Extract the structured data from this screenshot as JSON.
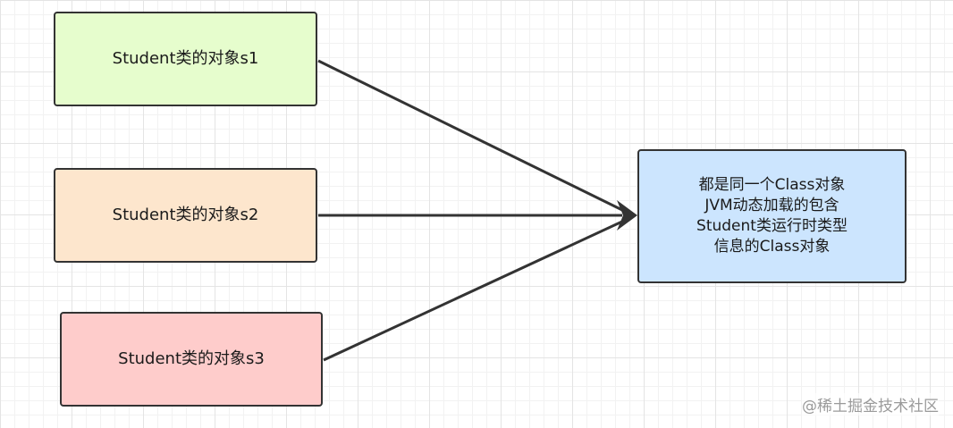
{
  "colors": {
    "s1_fill": "#e6fdcd",
    "s2_fill": "#fde6cd",
    "s3_fill": "#fecccb",
    "target_fill": "#cce5fe",
    "border": "#333333",
    "arrow": "#333333"
  },
  "nodes": {
    "s1": {
      "label": "Student类的对象s1"
    },
    "s2": {
      "label": "Student类的对象s2"
    },
    "s3": {
      "label": "Student类的对象s3"
    },
    "target": {
      "lines": [
        "都是同一个Class对象",
        "JVM动态加载的包含",
        "Student类运行时类型",
        "信息的Class对象"
      ]
    }
  },
  "edges": [
    {
      "from": "s1",
      "to": "target"
    },
    {
      "from": "s2",
      "to": "target"
    },
    {
      "from": "s3",
      "to": "target"
    }
  ],
  "watermark": {
    "text": "@稀土掘金技术社区"
  }
}
